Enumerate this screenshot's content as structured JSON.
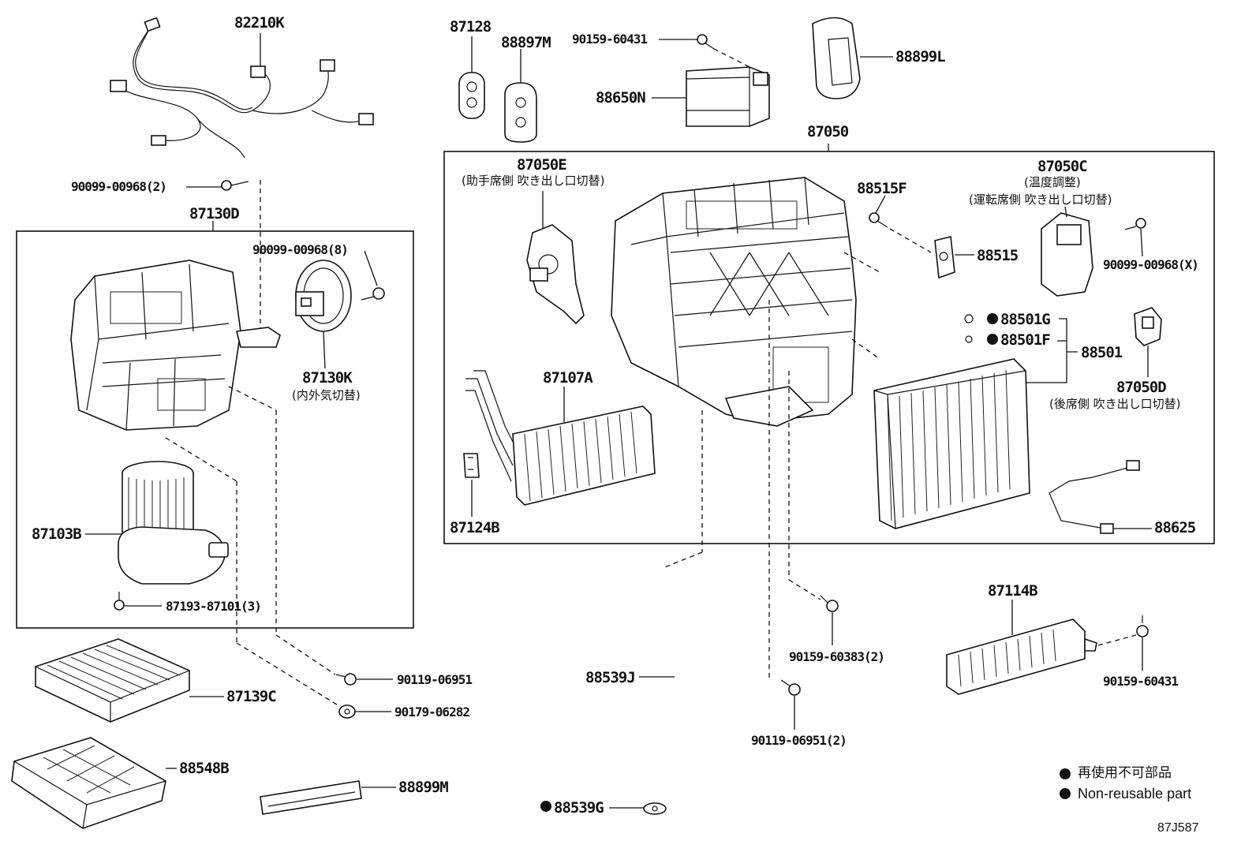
{
  "labels": {
    "p82210K": "82210K",
    "p87128": "87128",
    "p88897M": "88897M",
    "p90159_60431_top": "90159-60431",
    "p88650N": "88650N",
    "p88899L": "88899L",
    "p87050": "87050",
    "p90099_00968_2": "90099-00968(2)",
    "p87130D": "87130D",
    "p90099_00968_8": "90099-00968(8)",
    "p87130K": "87130K",
    "p87103B": "87103B",
    "p87193_87101_3": "87193-87101(3)",
    "p87050E": "87050E",
    "p88515F": "88515F",
    "p88515": "88515",
    "p87050C": "87050C",
    "p90099_00968_X": "90099-00968(X)",
    "p88501G": "88501G",
    "p88501F": "88501F",
    "p88501": "88501",
    "p87107A": "87107A",
    "p87050D": "87050D",
    "p87124B": "87124B",
    "p88625": "88625",
    "p90159_60383_2": "90159-60383(2)",
    "p87114B": "87114B",
    "p90159_60431_right": "90159-60431",
    "p90119_06951": "90119-06951",
    "p90179_06282": "90179-06282",
    "p87139C": "87139C",
    "p88539J": "88539J",
    "p90119_06951_2": "90119-06951(2)",
    "p88548B": "88548B",
    "p88899M": "88899M",
    "p88539G": "88539G"
  },
  "notes": {
    "n87050E": "(助手席側 吹き出し口切替)",
    "n87050C_1": "(温度調整)",
    "n87050C_2": "(運転席側 吹き出し口切替)",
    "n87130K": "(内外気切替)",
    "n87050D": "(後席側 吹き出し口切替)"
  },
  "legend": {
    "jp": "再使用不可部品",
    "en": "Non-reusable part"
  },
  "reference": "87J587"
}
